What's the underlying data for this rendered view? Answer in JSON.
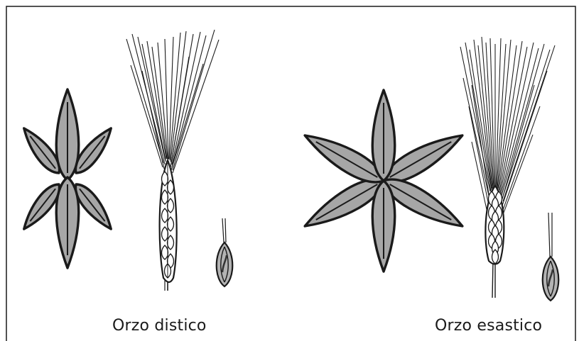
{
  "captions": {
    "left": "Orzo distico",
    "right": "Orzo esastico"
  },
  "colors": {
    "floret_fill": "#a6a6a6",
    "outline": "#1a1a1a",
    "background": "#ffffff"
  },
  "icons": {
    "left_cross_section": "two-row-barley-cross-section",
    "left_spike": "two-row-barley-spike",
    "left_grain": "barley-grain",
    "right_cross_section": "six-row-barley-cross-section",
    "right_spike": "six-row-barley-spike",
    "right_grain": "barley-grain"
  }
}
